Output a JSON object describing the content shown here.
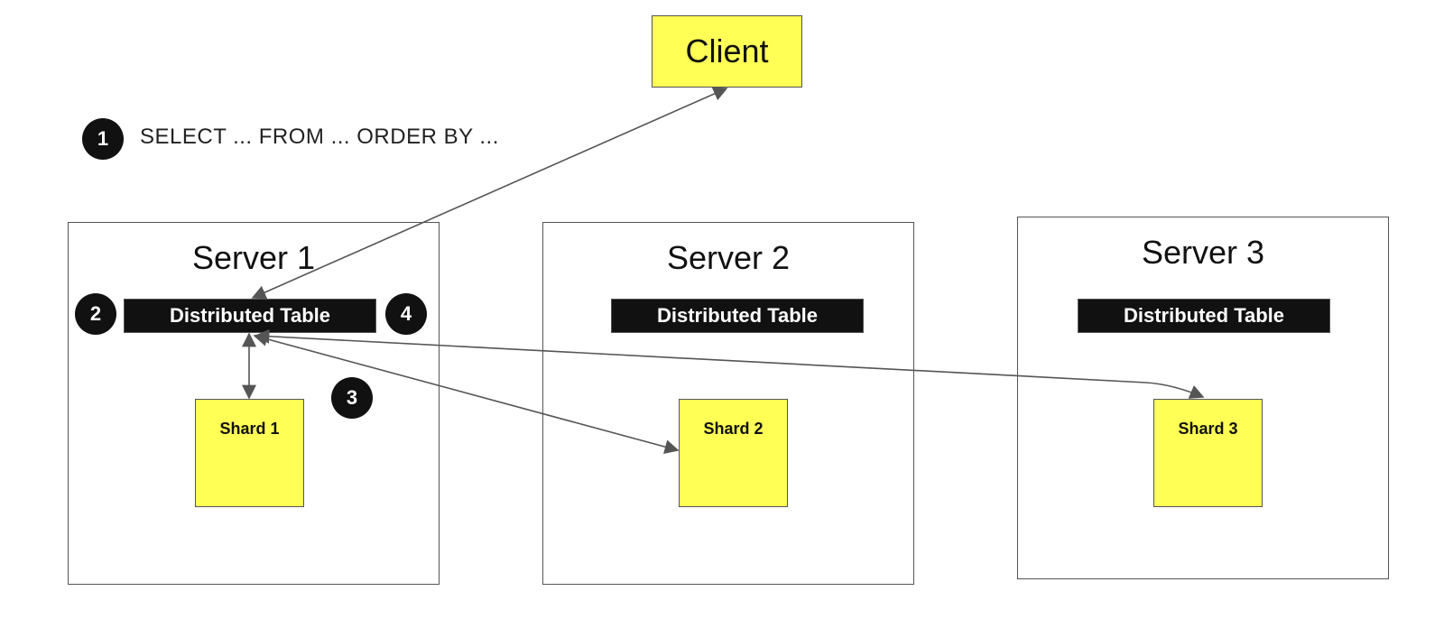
{
  "client": {
    "label": "Client"
  },
  "query": {
    "text": "SELECT ... FROM ... ORDER BY ..."
  },
  "badges": [
    "1",
    "2",
    "3",
    "4"
  ],
  "servers": [
    {
      "title": "Server 1",
      "table": "Distributed Table",
      "shard": "Shard 1"
    },
    {
      "title": "Server 2",
      "table": "Distributed Table",
      "shard": "Shard 2"
    },
    {
      "title": "Server 3",
      "table": "Distributed Table",
      "shard": "Shard 3"
    }
  ],
  "colors": {
    "shard_fill": "#ffff55",
    "table_fill": "#111111",
    "line": "#555555"
  }
}
